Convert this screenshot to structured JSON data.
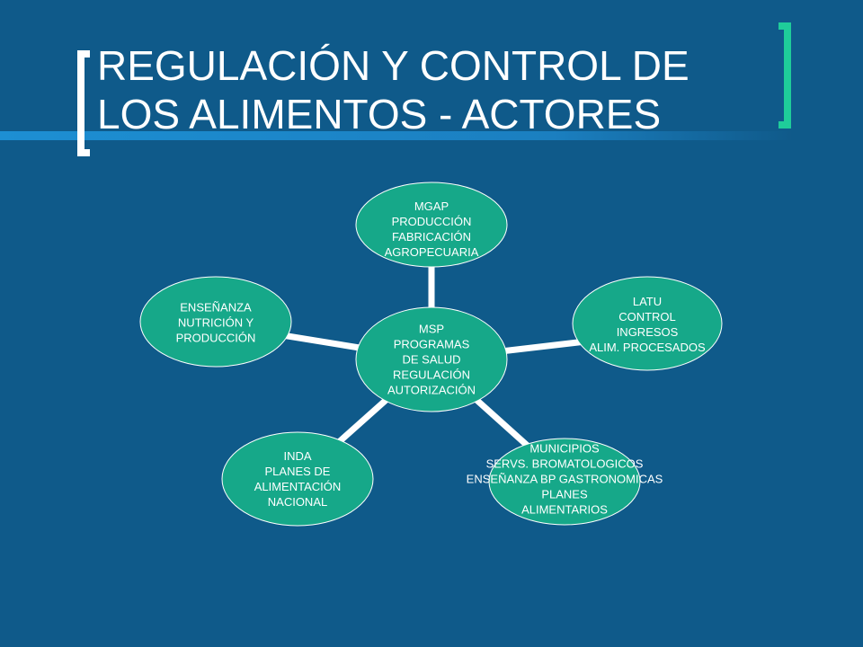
{
  "slide": {
    "title_line1": "REGULACIÓN Y CONTROL DE",
    "title_line2": "LOS ALIMENTOS - ACTORES"
  },
  "colors": {
    "background": "#0f5a8a",
    "node_fill": "#16a889",
    "node_stroke": "#ffffff",
    "connector": "#ffffff",
    "bracket_accent": "#1fcc9a"
  },
  "diagram": {
    "center": {
      "lines": [
        "MSP",
        "PROGRAMAS",
        "DE SALUD",
        "REGULACIÓN",
        "AUTORIZACIÓN"
      ]
    },
    "nodes": [
      {
        "id": "mgap",
        "lines": [
          "MGAP",
          "PRODUCCIÓN",
          "FABRICACIÓN",
          "AGROPECUARIA"
        ]
      },
      {
        "id": "latu",
        "lines": [
          "LATU",
          "CONTROL",
          "INGRESOS",
          "ALIM. PROCESADOS"
        ]
      },
      {
        "id": "municipios",
        "lines": [
          "MUNICIPIOS",
          "SERVS. BROMATOLOGICOS",
          "ENSEÑANZA BP GASTRONOMICAS",
          "PLANES",
          "ALIMENTARIOS"
        ]
      },
      {
        "id": "inda",
        "lines": [
          "INDA",
          "PLANES DE",
          "ALIMENTACIÓN",
          "NACIONAL"
        ]
      },
      {
        "id": "ensenanza",
        "lines": [
          "ENSEÑANZA",
          "NUTRICIÓN Y",
          "PRODUCCIÓN"
        ]
      }
    ]
  }
}
